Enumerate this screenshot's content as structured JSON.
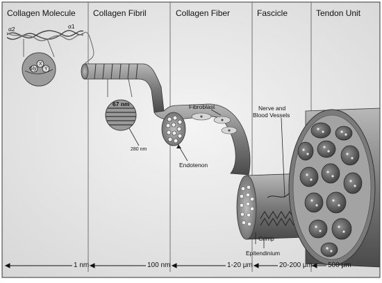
{
  "columns": [
    {
      "title": "Collagen Molecule",
      "scale": "1 nm"
    },
    {
      "title": "Collagen Fibril",
      "scale": "100 nm"
    },
    {
      "title": "Collagen Fiber",
      "scale": "1-20 μm"
    },
    {
      "title": "Fascicle",
      "scale": "20-200 μm"
    },
    {
      "title": "Tendon Unit",
      "scale": "500 μm"
    }
  ],
  "annotations": {
    "alpha2": "α2",
    "alpha1": "α1",
    "gly": "Gly",
    "x": "X",
    "y": "Y",
    "period": "67 nm",
    "diameter": "280 nm",
    "fibroblast": "Fibroblast",
    "endotenon": "Endotenon",
    "nerve_line1": "Nerve and",
    "nerve_line2": "Blood Vessels",
    "crimp": "Crimp",
    "epitendinium": "Epitendinium"
  },
  "colors": {
    "panel_bg": "#ececec",
    "tissue": "#8a8a8a",
    "tissue_dark": "#555555",
    "tissue_light": "#c4c4c4",
    "line": "#222222"
  }
}
